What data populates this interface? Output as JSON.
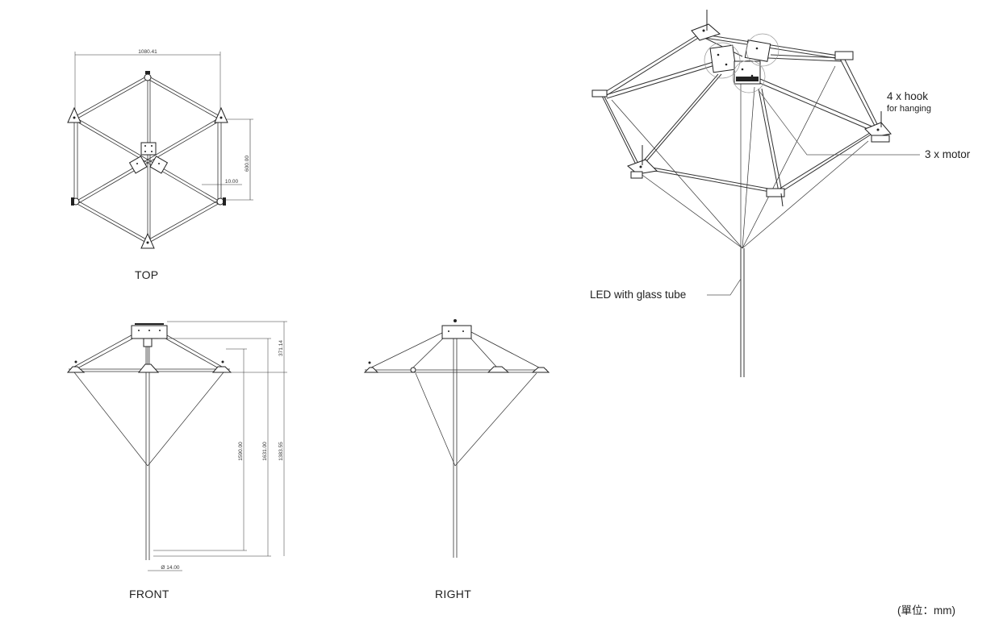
{
  "views": {
    "top": "TOP",
    "front": "FRONT",
    "right": "RIGHT"
  },
  "dimensions": {
    "top_width": "1080.41",
    "top_height": "600.00",
    "top_offset": "10.00",
    "front_top": "371.14",
    "front_inner": "1590.00",
    "front_mid": "1631.00",
    "front_total": "1383.55",
    "rod_diameter": "Ø 14.00"
  },
  "callouts": {
    "hook": "4 x hook",
    "hook_sub": "for hanging",
    "motor": "3 x motor",
    "led": "LED with glass tube"
  },
  "unit": "(單位：mm)"
}
